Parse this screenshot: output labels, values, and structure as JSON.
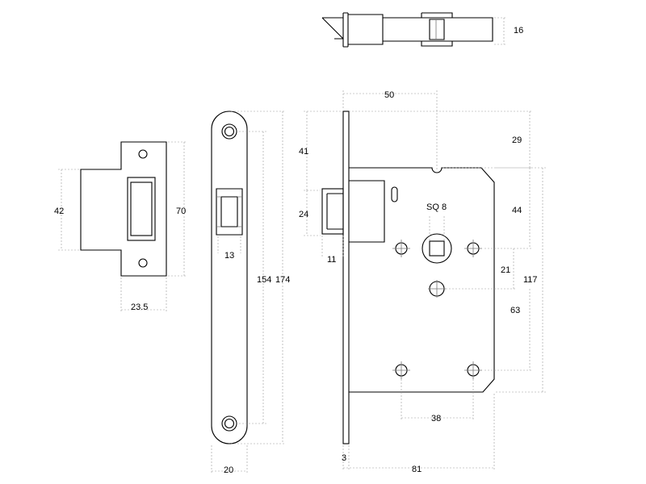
{
  "dimensions": {
    "latch_depth": "16",
    "case_width": "50",
    "forend_to_cut": "29",
    "cut_to_latch": "41",
    "latch_height": "24",
    "cut_to_follower": "44",
    "latch_projection": "11",
    "square_label": "SQ 8",
    "follower_to_key": "21",
    "case_height": "117",
    "key_to_fixing": "63",
    "fixing_centres": "38",
    "forend_thickness": "3",
    "overall_depth": "81",
    "strike_lip_height": "42",
    "strike_height": "70",
    "strike_width": "23.5",
    "forend_inner": "13",
    "forend_fixing_centres": "154",
    "forend_length": "174",
    "forend_width": "20"
  }
}
